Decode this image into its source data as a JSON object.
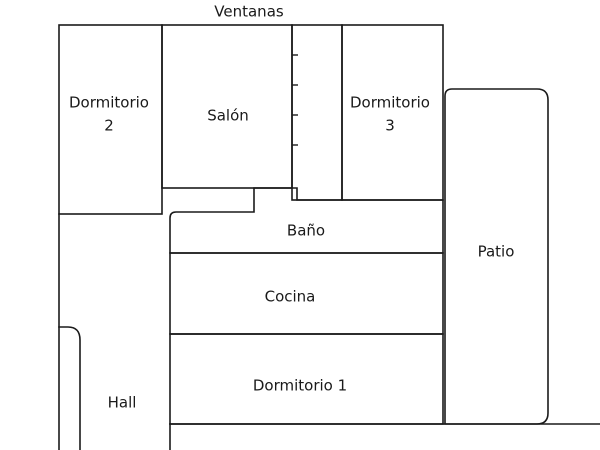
{
  "floor_plan": {
    "top_label": "Ventanas",
    "rooms": {
      "dormitorio_2": [
        "Dormitorio",
        "2"
      ],
      "salon": "Salón",
      "dormitorio_3": [
        "Dormitorio",
        "3"
      ],
      "bano": "Baño",
      "patio": "Patio",
      "cocina": "Cocina",
      "dormitorio_1": "Dormitorio 1",
      "hall": "Hall"
    }
  }
}
